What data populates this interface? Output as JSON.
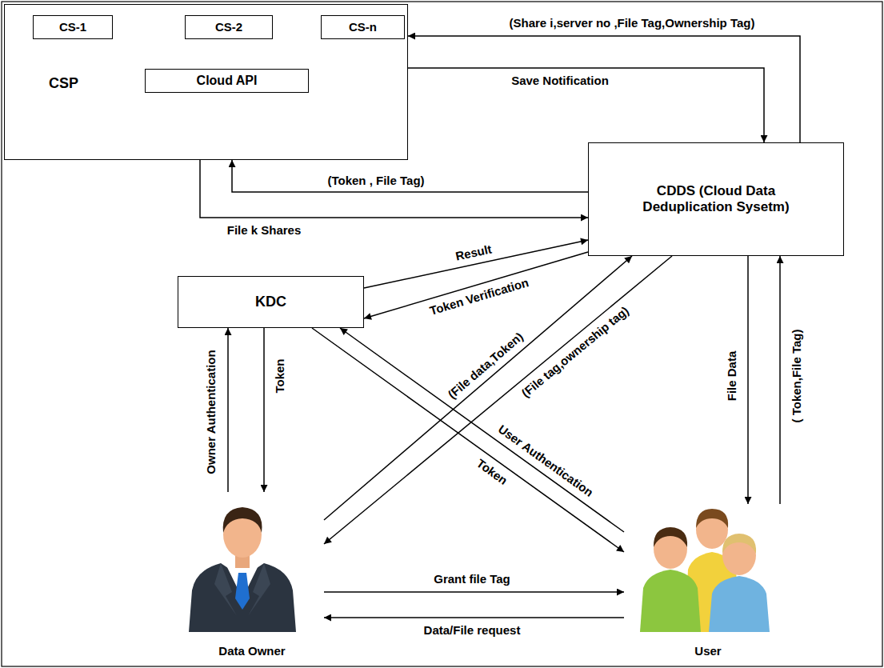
{
  "diagram": {
    "nodes": [
      {
        "text": [
          "CSP"
        ]
      },
      {
        "text": [
          "CS-1"
        ],
        "in": 0
      },
      {
        "text": [
          "CS-2"
        ],
        "in": 0
      },
      {
        "text": [
          "CS-n"
        ],
        "in": 0
      },
      {
        "text": [
          "Cloud API"
        ],
        "in": 0
      },
      {
        "text": [
          "CDDS (Cloud Data Deduplication Sysetm)"
        ]
      },
      {
        "text": [
          "KDC"
        ]
      },
      {
        "text": [
          "Data Owner"
        ]
      },
      {
        "text": [
          "User"
        ]
      }
    ],
    "edges": [
      {
        "from": 1,
        "to": 4,
        "arrow": "none"
      },
      {
        "from": 2,
        "to": 4,
        "arrow": "none"
      },
      {
        "from": 3,
        "to": 4,
        "arrow": "none"
      },
      {
        "from": 2,
        "to": 3,
        "arrow": "none"
      },
      {
        "from": 5,
        "to": 0,
        "arrow": "to",
        "label": "(Share i,server no ,File Tag,Ownership Tag)"
      },
      {
        "from": 0,
        "to": 5,
        "arrow": "to",
        "label": "Save Notification"
      },
      {
        "from": 5,
        "to": 0,
        "arrow": "to",
        "label": "(Token , File Tag)"
      },
      {
        "from": 0,
        "to": 5,
        "arrow": "to",
        "label": "File k Shares"
      },
      {
        "from": 6,
        "to": 5,
        "arrow": "to",
        "label": "Result"
      },
      {
        "from": 5,
        "to": 6,
        "arrow": "to",
        "label": "Token Verification"
      },
      {
        "from": 7,
        "to": 6,
        "arrow": "to",
        "label": "Owner Authentication"
      },
      {
        "from": 6,
        "to": 7,
        "arrow": "to",
        "label": "Token"
      },
      {
        "from": 6,
        "to": 8,
        "arrow": "to",
        "label": "Token"
      },
      {
        "from": 8,
        "to": 6,
        "arrow": "to",
        "label": "User Authentication"
      },
      {
        "from": 7,
        "to": 5,
        "arrow": "to",
        "label": "(File data,Token)"
      },
      {
        "from": 5,
        "to": 7,
        "arrow": "to",
        "label": "(File tag,ownership tag)"
      },
      {
        "from": 7,
        "to": 8,
        "arrow": "to",
        "label": "Grant file Tag"
      },
      {
        "from": 8,
        "to": 7,
        "arrow": "to",
        "label": "Data/File request"
      },
      {
        "from": 5,
        "to": 8,
        "arrow": "to",
        "label": "File Data"
      },
      {
        "from": 8,
        "to": 5,
        "arrow": "to",
        "label": "( Token,File Tag)"
      }
    ]
  }
}
